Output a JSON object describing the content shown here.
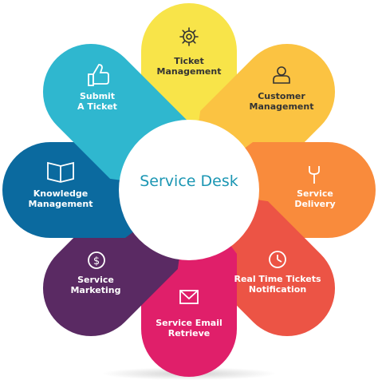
{
  "center": {
    "title": "Service Desk"
  },
  "petals": [
    {
      "key": "ticket",
      "line1": "Ticket",
      "line2": "Management",
      "color": "#f8e449",
      "icon": "gear-icon"
    },
    {
      "key": "customer",
      "line1": "Customer",
      "line2": "Management",
      "color": "#fbc342",
      "icon": "person-icon"
    },
    {
      "key": "delivery",
      "line1": "Service",
      "line2": "Delivery",
      "color": "#f98b3c",
      "icon": "wrench-icon"
    },
    {
      "key": "realtime",
      "line1": "Real Time Tickets",
      "line2": "Notification",
      "color": "#ec5445",
      "icon": "clock-icon"
    },
    {
      "key": "email",
      "line1": "Service Email",
      "line2": "Retrieve",
      "color": "#e01f6a",
      "icon": "envelope-icon"
    },
    {
      "key": "marketing",
      "line1": "Service",
      "line2": "Marketing",
      "color": "#5a2a63",
      "icon": "dollar-circle-icon"
    },
    {
      "key": "knowledge",
      "line1": "Knowledge",
      "line2": "Management",
      "color": "#0b6a9f",
      "icon": "book-icon"
    },
    {
      "key": "submit",
      "line1": "Submit",
      "line2": "A Ticket",
      "color": "#2fb7cf",
      "icon": "thumbs-up-icon"
    }
  ]
}
